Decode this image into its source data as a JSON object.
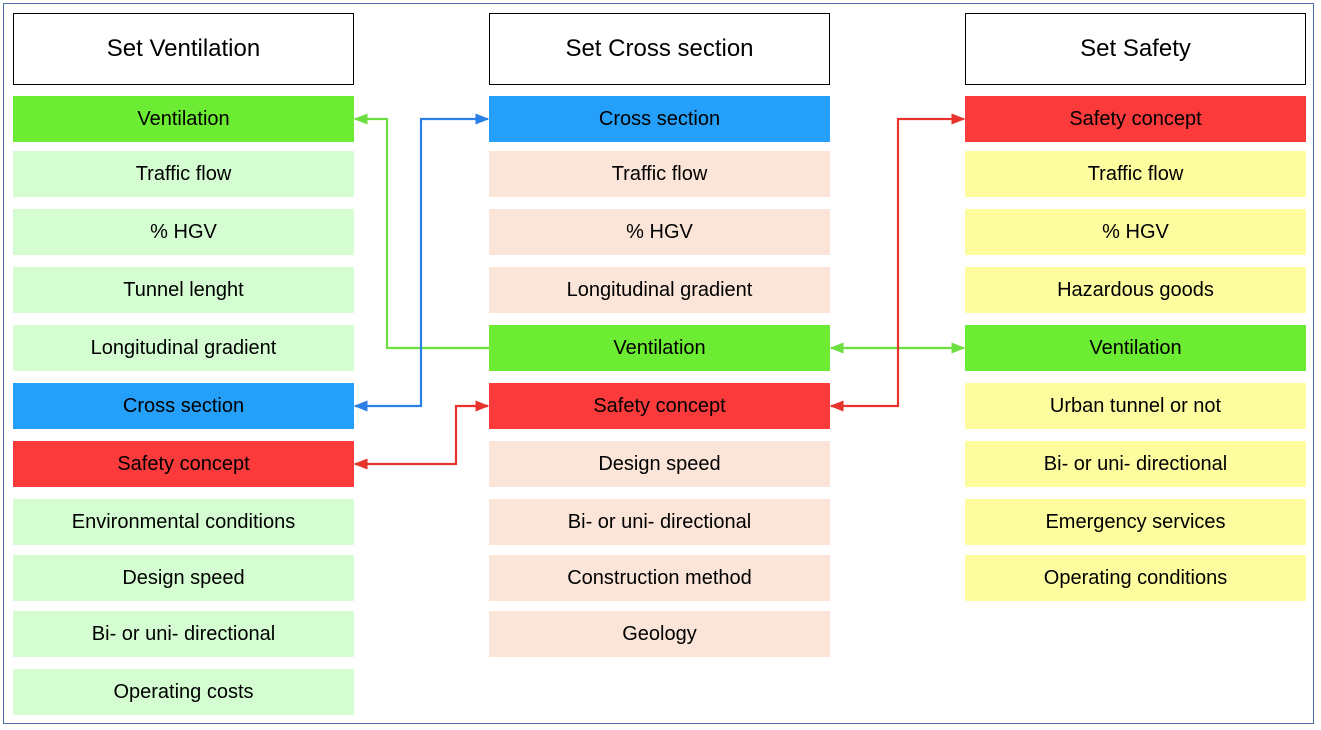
{
  "colors": {
    "header": "#ffffff",
    "ventilation": "#6cec32",
    "cross_section": "#24a0fa",
    "safety_concept": "#fb3b3b",
    "light_green": "#d5fdd2",
    "light_peach": "#fbe5d8",
    "light_yellow": "#fdfc9f",
    "arrow_green": "#6cde3f",
    "arrow_blue": "#2a80e6",
    "arrow_red": "#e8322c"
  },
  "columns": [
    {
      "header": "Set Ventilation",
      "fill": "light_green",
      "items": [
        {
          "label": "Ventilation",
          "kind": "ventilation"
        },
        {
          "label": "Traffic flow",
          "kind": "item"
        },
        {
          "label": "% HGV",
          "kind": "item"
        },
        {
          "label": "Tunnel lenght",
          "kind": "item"
        },
        {
          "label": "Longitudinal gradient",
          "kind": "item"
        },
        {
          "label": "Cross section",
          "kind": "cross_section"
        },
        {
          "label": "Safety concept",
          "kind": "safety_concept"
        },
        {
          "label": "Environmental conditions",
          "kind": "item"
        },
        {
          "label": "Design speed",
          "kind": "item"
        },
        {
          "label": "Bi- or uni- directional",
          "kind": "item"
        },
        {
          "label": "Operating costs",
          "kind": "item"
        }
      ]
    },
    {
      "header": "Set Cross section",
      "fill": "light_peach",
      "items": [
        {
          "label": "Cross section",
          "kind": "cross_section"
        },
        {
          "label": "Traffic flow",
          "kind": "item"
        },
        {
          "label": "% HGV",
          "kind": "item"
        },
        {
          "label": "Longitudinal gradient",
          "kind": "item"
        },
        {
          "label": "Ventilation",
          "kind": "ventilation"
        },
        {
          "label": "Safety concept",
          "kind": "safety_concept"
        },
        {
          "label": "Design speed",
          "kind": "item"
        },
        {
          "label": "Bi- or uni- directional",
          "kind": "item"
        },
        {
          "label": "Construction method",
          "kind": "item"
        },
        {
          "label": "Geology",
          "kind": "item"
        }
      ]
    },
    {
      "header": "Set Safety",
      "fill": "light_yellow",
      "items": [
        {
          "label": "Safety concept",
          "kind": "safety_concept"
        },
        {
          "label": "Traffic flow",
          "kind": "item"
        },
        {
          "label": "% HGV",
          "kind": "item"
        },
        {
          "label": "Hazardous goods",
          "kind": "item"
        },
        {
          "label": "Ventilation",
          "kind": "ventilation"
        },
        {
          "label": "Urban tunnel or not",
          "kind": "item"
        },
        {
          "label": "Bi- or uni- directional",
          "kind": "item"
        },
        {
          "label": "Emergency services",
          "kind": "item"
        },
        {
          "label": "Operating conditions",
          "kind": "item"
        }
      ]
    }
  ],
  "links": [
    {
      "from": "Ventilation in Set Cross section",
      "to": "Ventilation in Set Ventilation",
      "color": "arrow_green"
    },
    {
      "from": "Ventilation in Set Cross section",
      "to": "Ventilation in Set Safety",
      "color": "arrow_green"
    },
    {
      "from": "Cross section in Set Ventilation",
      "to": "Cross section in Set Cross section",
      "color": "arrow_blue"
    },
    {
      "from": "Safety concept in Set Ventilation",
      "to": "Safety concept in Set Cross section",
      "color": "arrow_red"
    },
    {
      "from": "Safety concept in Set Cross section",
      "to": "Safety concept in Set Safety",
      "color": "arrow_red"
    }
  ]
}
